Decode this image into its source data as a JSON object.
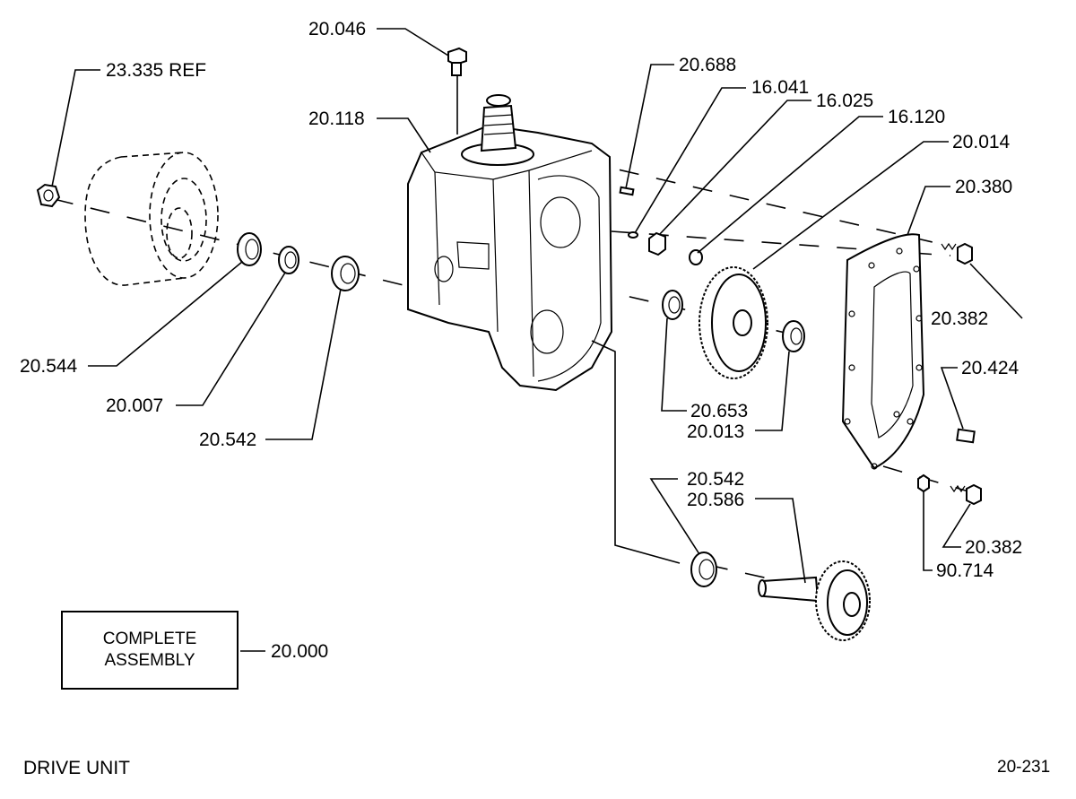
{
  "diagram": {
    "parts": [
      {
        "id": "p20046",
        "label": "20.046"
      },
      {
        "id": "p23335",
        "label": "23.335 REF"
      },
      {
        "id": "p20118",
        "label": "20.118"
      },
      {
        "id": "p20688",
        "label": "20.688"
      },
      {
        "id": "p16041",
        "label": "16.041"
      },
      {
        "id": "p16025",
        "label": "16.025"
      },
      {
        "id": "p16120",
        "label": "16.120"
      },
      {
        "id": "p20014",
        "label": "20.014"
      },
      {
        "id": "p20380",
        "label": "20.380"
      },
      {
        "id": "p20382a",
        "label": "20.382"
      },
      {
        "id": "p20424",
        "label": "20.424"
      },
      {
        "id": "p20544",
        "label": "20.544"
      },
      {
        "id": "p20007",
        "label": "20.007"
      },
      {
        "id": "p20542a",
        "label": "20.542"
      },
      {
        "id": "p20653",
        "label": "20.653"
      },
      {
        "id": "p20013",
        "label": "20.013"
      },
      {
        "id": "p20542b",
        "label": "20.542"
      },
      {
        "id": "p20586",
        "label": "20.586"
      },
      {
        "id": "p20382b",
        "label": "20.382"
      },
      {
        "id": "p90714",
        "label": "90.714"
      },
      {
        "id": "p20000",
        "label": "20.000"
      }
    ],
    "complete_assembly": {
      "line1": "COMPLETE",
      "line2": "ASSEMBLY"
    },
    "title": "DRIVE UNIT",
    "page_code": "20-231"
  }
}
